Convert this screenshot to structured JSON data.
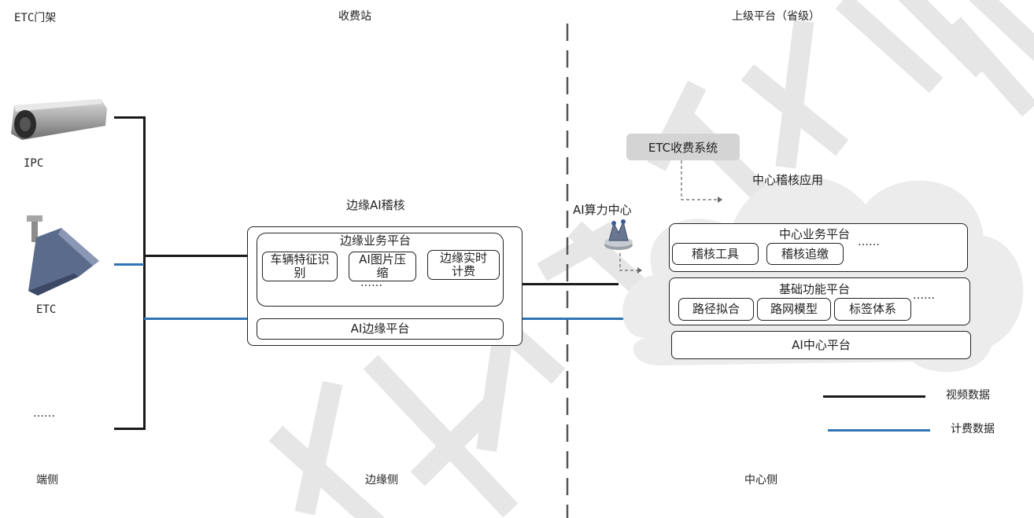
{
  "columns": {
    "etc_gantry": "ETC门架",
    "toll_station": "收费站",
    "provincial": "上级平台（省级）"
  },
  "bottom_labels": {
    "end_side": "端侧",
    "edge_side": "边缘侧",
    "center_side": "中心侧"
  },
  "devices": {
    "ipc": "IPC",
    "etc": "ETC",
    "more": "……"
  },
  "edge": {
    "title": "边缘AI稽核",
    "business_platform": "边缘业务平台",
    "modules": [
      "车辆特征识别",
      "AI图片压缩",
      "边缘实时计费"
    ],
    "more": "……",
    "ai_platform": "AI边缘平台"
  },
  "center": {
    "etc_system": "ETC收费系统",
    "audit_app": "中心稽核应用",
    "ai_compute": "AI算力中心",
    "business_platform": "中心业务平台",
    "business_modules": [
      "稽核工具",
      "稽核追缴"
    ],
    "business_more": "……",
    "foundation_platform": "基础功能平台",
    "foundation_modules": [
      "路径拟合",
      "路网模型",
      "标签体系"
    ],
    "foundation_more": "……",
    "ai_platform": "AI中心平台"
  },
  "legend": {
    "video": "视频数据",
    "billing": "计费数据",
    "video_color": "#1a1a1a",
    "billing_color": "#2f75b5"
  },
  "watermark": "交通产业联盟"
}
